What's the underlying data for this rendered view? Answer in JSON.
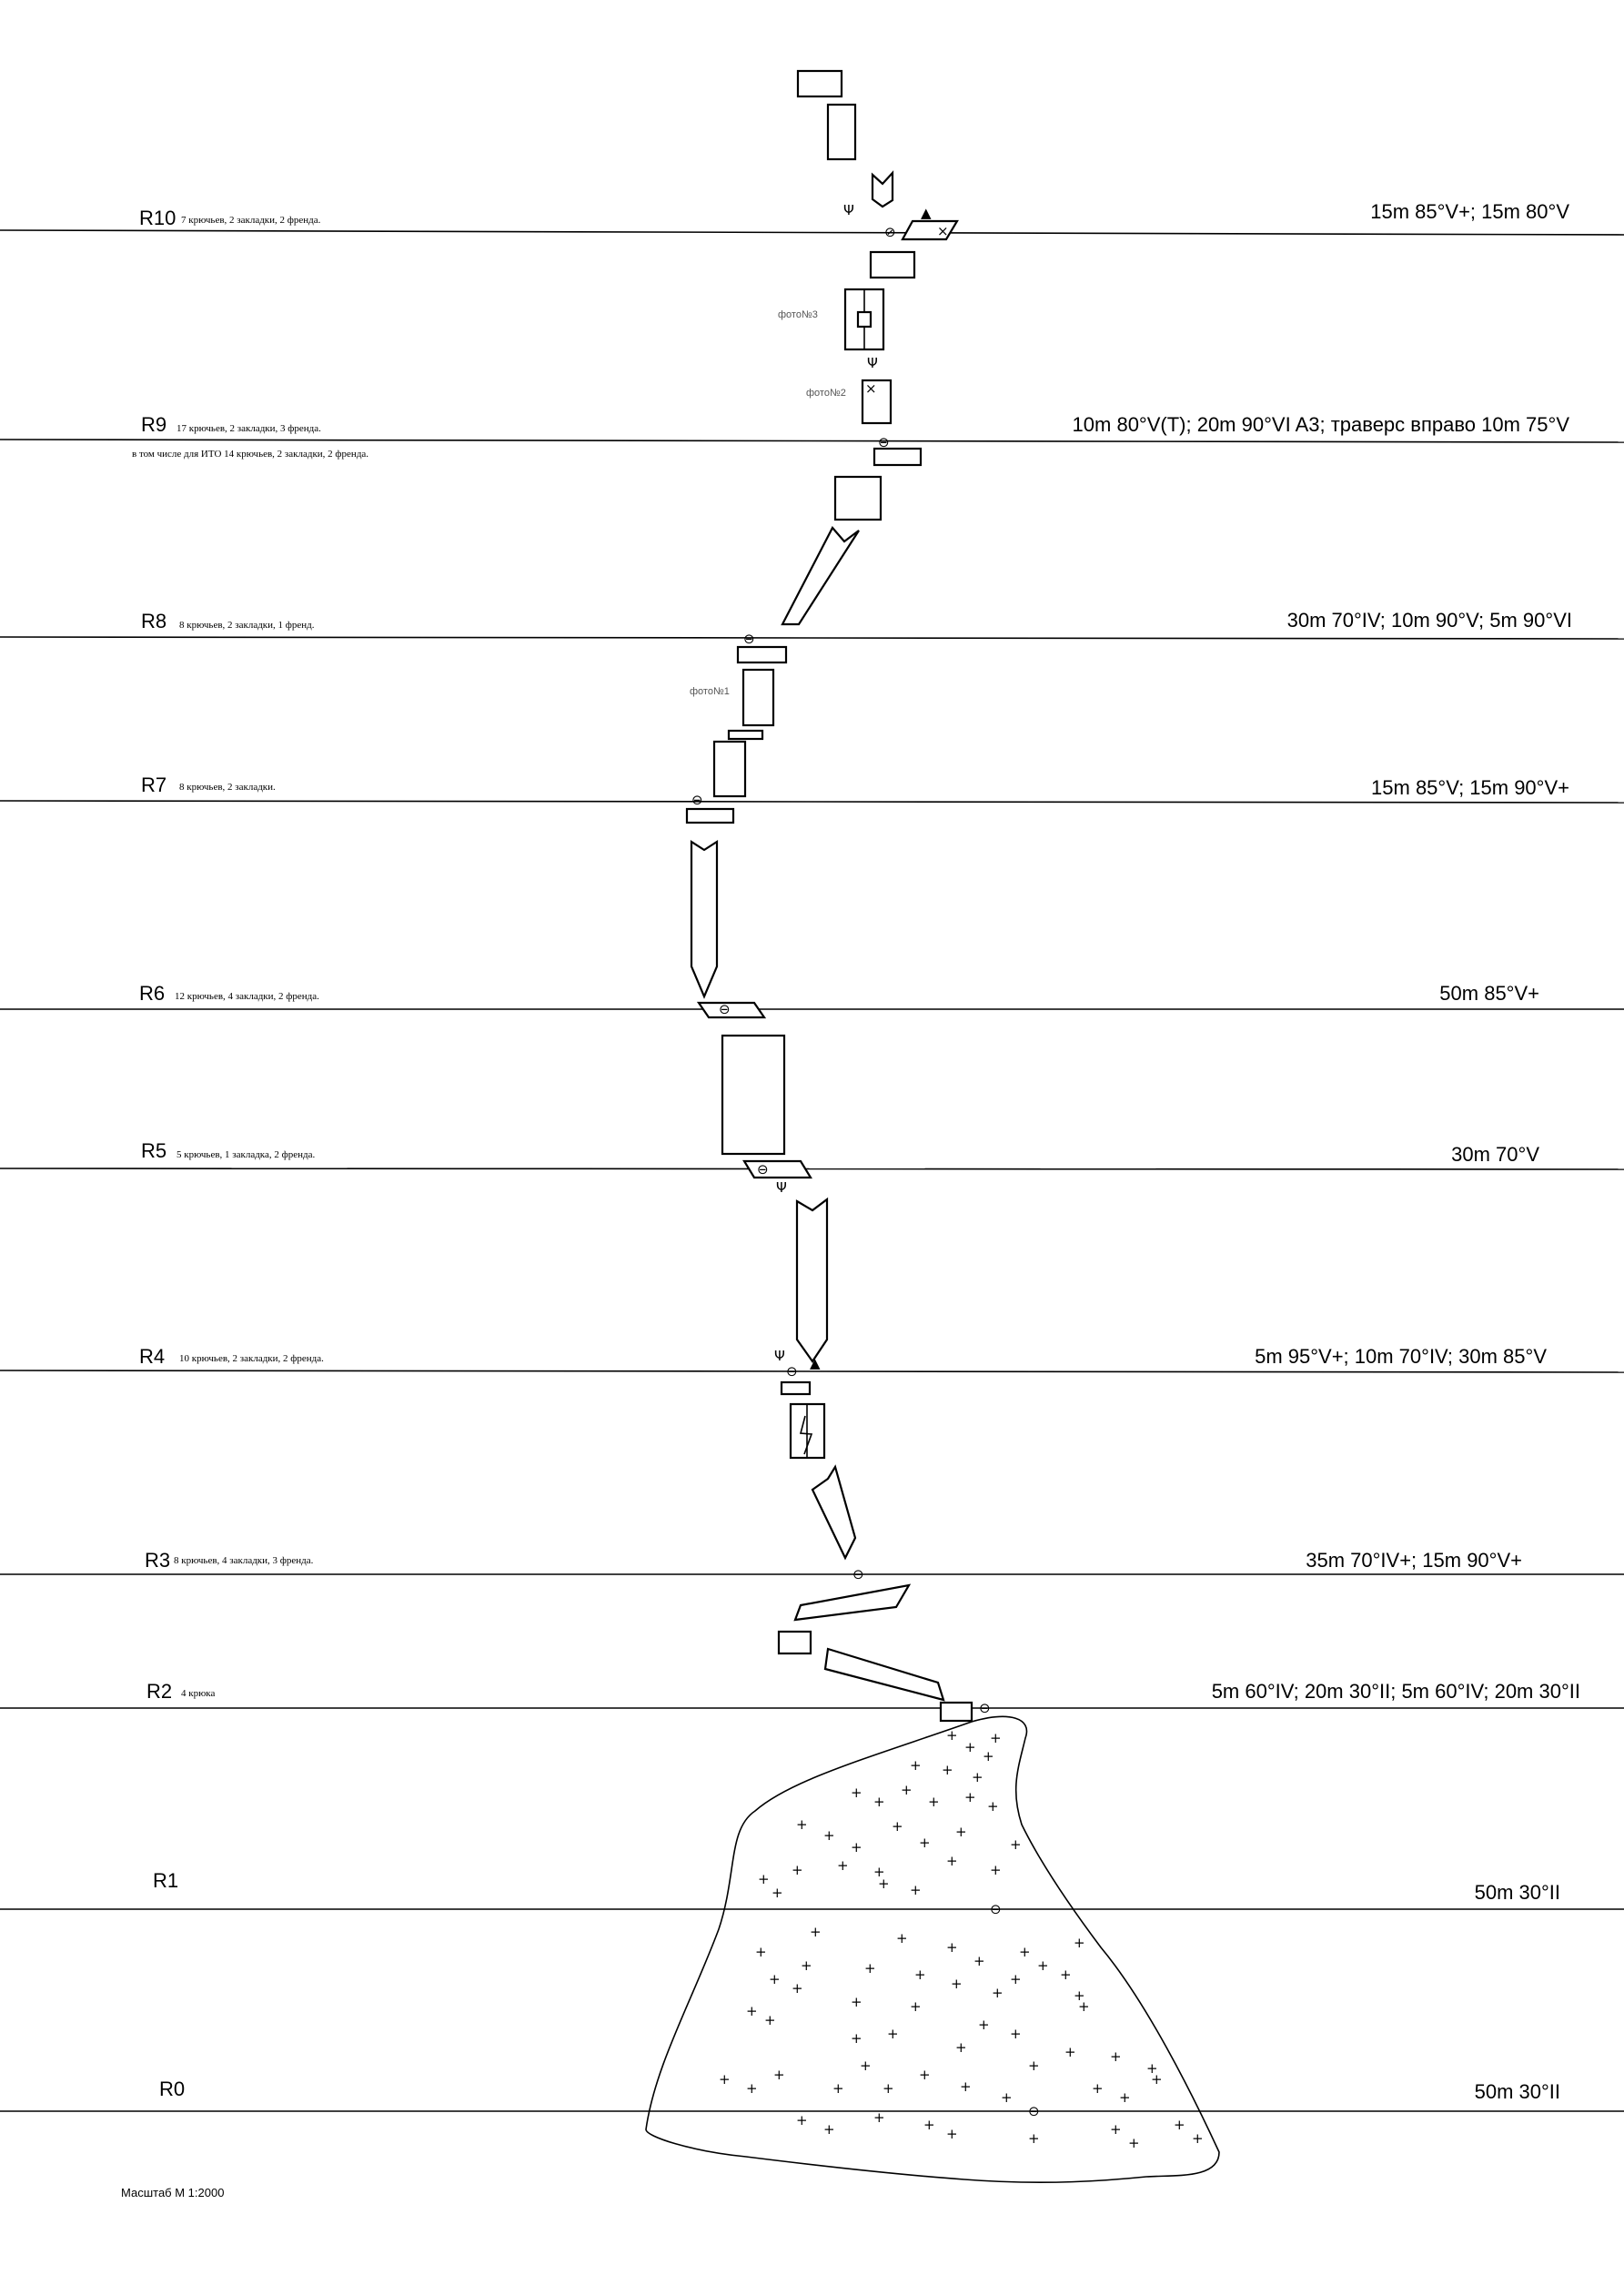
{
  "pitches": [
    {
      "label": "R10",
      "note": "7 крючьев, 2 закладки, 2 френда.",
      "desc": "15m 85°V+; 15m 80°V"
    },
    {
      "label": "R9",
      "note": "17 крючьев, 2 закладки, 3 френда.",
      "note2": "в том числе для ИТО 14 крючьев, 2 закладки, 2 френда.",
      "desc": "10m 80°V(T); 20m 90°VI A3; траверс вправо 10m 75°V"
    },
    {
      "label": "R8",
      "note": "8 крючьев, 2 закладки, 1 френд.",
      "desc": "30m 70°IV; 10m 90°V; 5m 90°VI"
    },
    {
      "label": "R7",
      "note": "8 крючьев, 2 закладки.",
      "desc": "15m 85°V; 15m 90°V+"
    },
    {
      "label": "R6",
      "note": "12 крючьев, 4 закладки, 2 френда.",
      "desc": "50m 85°V+"
    },
    {
      "label": "R5",
      "note": "5 крючьев, 1 закладка, 2 френда.",
      "desc": "30m 70°V"
    },
    {
      "label": "R4",
      "note": "10 крючьев, 2 закладки, 2 френда.",
      "desc": "5m 95°V+; 10m 70°IV; 30m 85°V"
    },
    {
      "label": "R3",
      "note": "8 крючьев, 4 закладки, 3 френда.",
      "desc": "35m 70°IV+; 15m 90°V+"
    },
    {
      "label": "R2",
      "note": "4 крюка",
      "desc": "5m 60°IV; 20m 30°II; 5m 60°IV; 20m 30°II"
    },
    {
      "label": "R1",
      "note": "",
      "desc": "50m 30°II"
    },
    {
      "label": "R0",
      "note": "",
      "desc": "50m 30°II"
    }
  ],
  "photos": [
    "фото№3",
    "фото№2",
    "фото№1"
  ],
  "scale": "Масштаб М 1:2000",
  "icons": [
    "belay-station-icon",
    "piton-icon",
    "tree-icon",
    "cave-icon",
    "snow-slope-icon"
  ]
}
